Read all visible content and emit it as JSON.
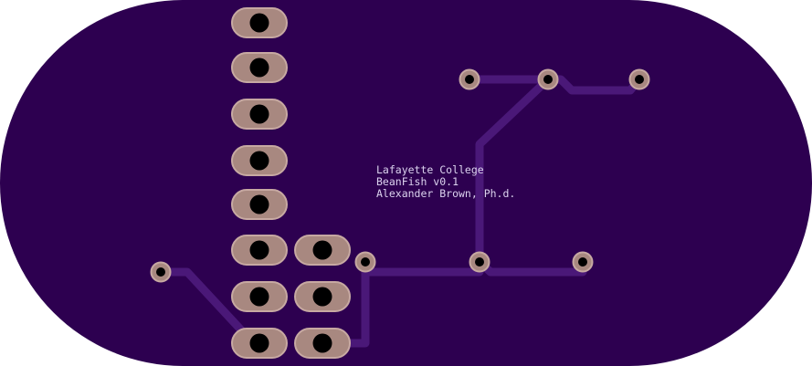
{
  "board": {
    "colors": {
      "substrate": "#2d0050",
      "trace": "#4a1878",
      "pad_copper": "#a88880",
      "pad_outline": "#c7a9a2",
      "drill": "#000000",
      "silkscreen": "#dcd3ef"
    }
  },
  "silkscreen": {
    "line1": "Lafayette College",
    "line2": "BeanFish v0.1",
    "line3": "Alexander Brown, Ph.d."
  }
}
